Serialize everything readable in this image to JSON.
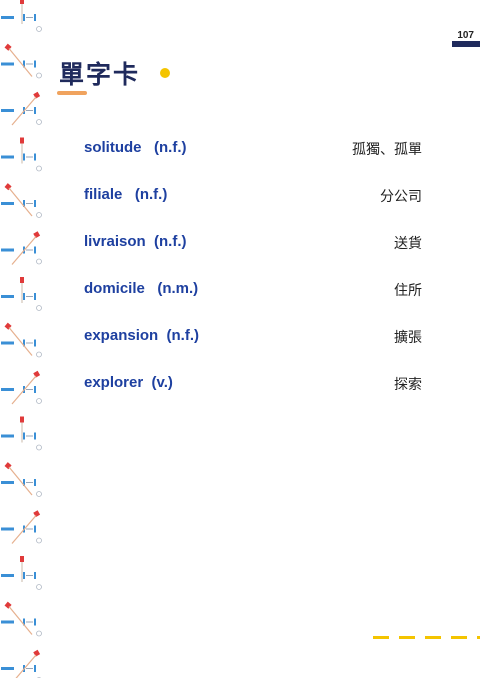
{
  "page": {
    "number": "107"
  },
  "header": {
    "title": "單字卡"
  },
  "vocab": [
    {
      "word": "solitude   (n.f.)",
      "meaning": "孤獨、孤單"
    },
    {
      "word": "filiale   (n.f.)",
      "meaning": "分公司"
    },
    {
      "word": "livraison  (n.f.)",
      "meaning": "送貨"
    },
    {
      "word": "domicile   (n.m.)",
      "meaning": "住所"
    },
    {
      "word": "expansion  (n.f.)",
      "meaning": "擴張"
    },
    {
      "word": "explorer  (v.)",
      "meaning": "探索"
    }
  ],
  "colors": {
    "title": "#1f2a5c",
    "word": "#1e40a0",
    "accent_yellow": "#f4c400",
    "accent_orange": "#f0a35e",
    "deco_red": "#e03a3a",
    "deco_blue": "#3a8fd6"
  }
}
